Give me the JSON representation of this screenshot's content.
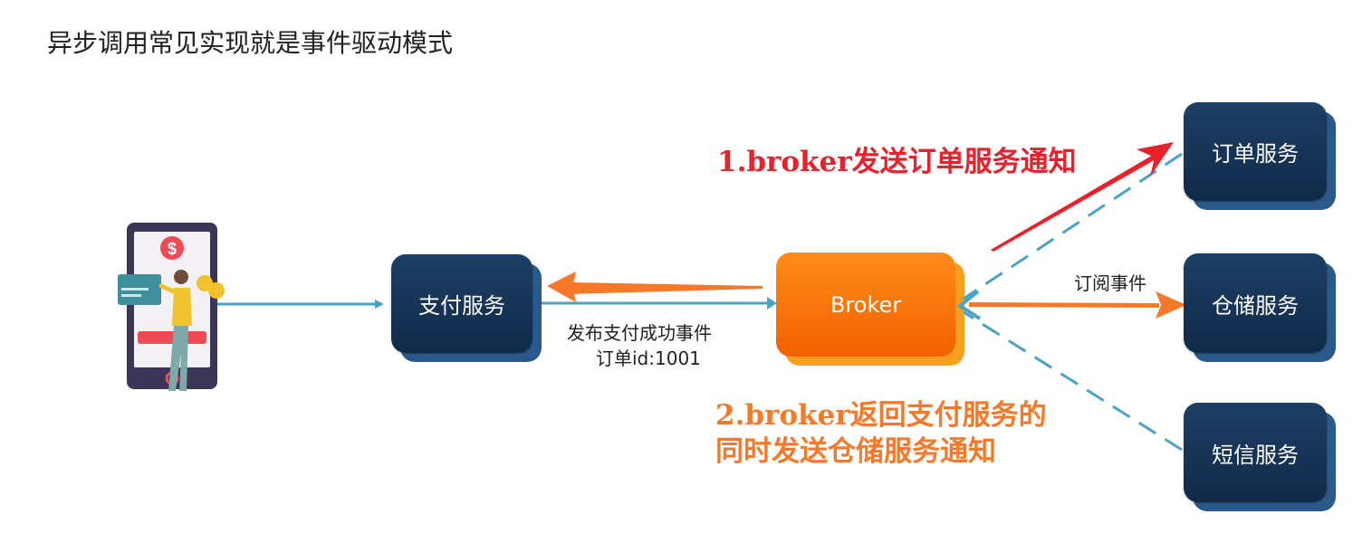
{
  "title": "异步调用常见实现就是事件驱动模式",
  "nodes": {
    "pay_service": "支付服务",
    "broker": "Broker",
    "order_service": "订单服务",
    "storage_service": "仓储服务",
    "sms_service": "短信服务"
  },
  "labels": {
    "publish_event": "发布支付成功事件",
    "order_id": "订单id:1001",
    "subscribe": "订阅事件",
    "note_1": "1.broker发送订单服务通知",
    "note_2_line1": "2.broker返回支付服务的",
    "note_2_line2": "同时发送仓储服务通知"
  },
  "phone": {
    "currency_symbol": "$"
  },
  "colors": {
    "service_fill": "#163457",
    "broker_fill": "#f97a10",
    "connector_blue": "#4aa3c4",
    "red_arrow": "#e8212b",
    "orange_arrow": "#f6792a",
    "note_1_color": "#e8212b",
    "note_2_color": "#f6792a"
  }
}
